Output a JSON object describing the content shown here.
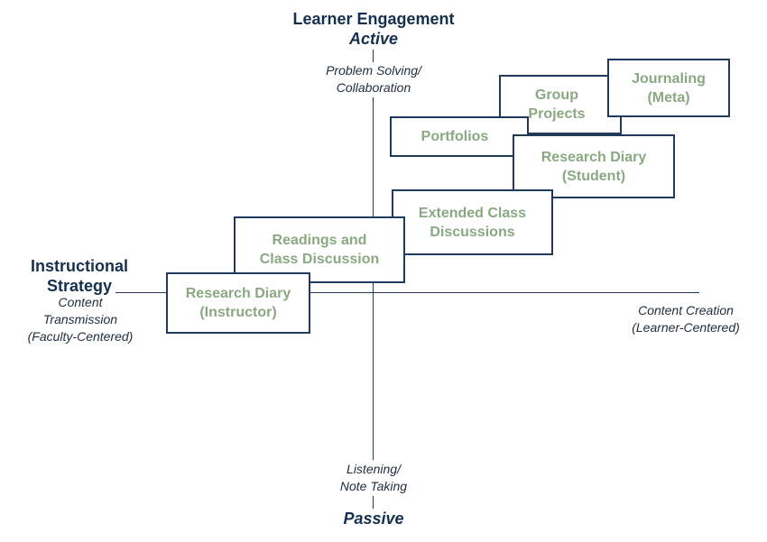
{
  "colors": {
    "axis": "#1f3a5c",
    "heading": "#14304f",
    "box_border": "#1f3a5c",
    "box_text": "#8aa882"
  },
  "vertical_axis": {
    "title": "Learner Engagement",
    "top_pole": "Active",
    "top_caption": [
      "Problem Solving/",
      "Collaboration"
    ],
    "bottom_caption": [
      "Listening/",
      "Note Taking"
    ],
    "bottom_pole": "Passive"
  },
  "horizontal_axis": {
    "title": [
      "Instructional",
      "Strategy"
    ],
    "left_caption": [
      "Content",
      "Transmission",
      "(Faculty-Centered)"
    ],
    "right_caption": [
      "Content Creation",
      "(Learner-Centered)"
    ]
  },
  "boxes": [
    {
      "id": "group-projects",
      "lines": [
        "Group",
        "Projects"
      ]
    },
    {
      "id": "journaling",
      "lines": [
        "Journaling",
        "(Meta)"
      ]
    },
    {
      "id": "portfolios",
      "lines": [
        "Portfolios"
      ]
    },
    {
      "id": "research-diary-student",
      "lines": [
        "Research Diary",
        "(Student)"
      ]
    },
    {
      "id": "extended-class-discussions",
      "lines": [
        "Extended Class",
        "Discussions"
      ]
    },
    {
      "id": "readings-class-discussion",
      "lines": [
        "Readings and",
        "Class Discussion"
      ]
    },
    {
      "id": "research-diary-instructor",
      "lines": [
        "Research Diary",
        "(Instructor)"
      ]
    }
  ]
}
